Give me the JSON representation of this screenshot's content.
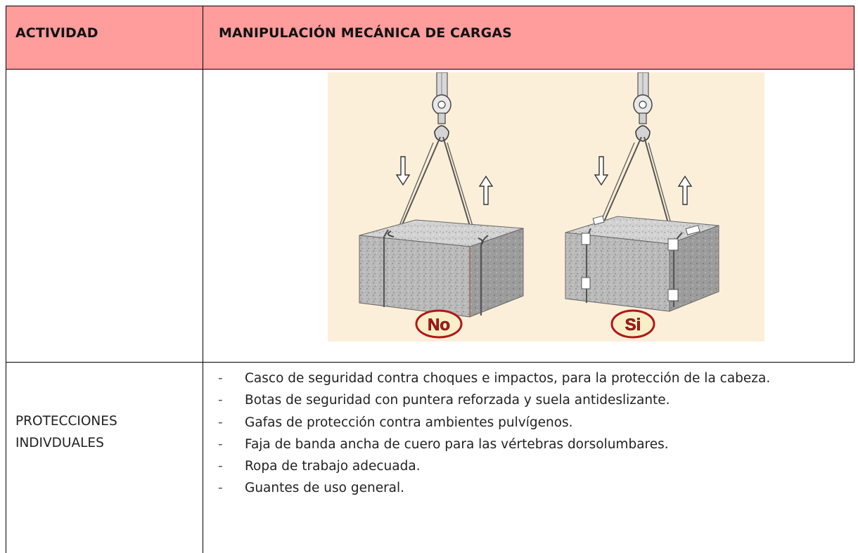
{
  "header": {
    "col1": "ACTIVIDAD",
    "col2": "MANIPULACIÓN MECÁNICA DE CARGAS"
  },
  "figure": {
    "label_no": "No",
    "label_si": "Si"
  },
  "protections": {
    "label": "PROTECCIONES INDIVDUALES",
    "label_line1": "PROTECCIONES",
    "label_line2": "INDIVDUALES",
    "items": [
      "Casco de seguridad contra choques e impactos, para la protección de la cabeza.",
      "Botas de seguridad con puntera reforzada y suela antideslizante.",
      "Gafas de protección contra ambientes pulvígenos.",
      "Faja de banda ancha de cuero para las vértebras dorsolumbares.",
      "Ropa de trabajo adecuada.",
      "Guantes de uso general."
    ],
    "bullet": "-"
  },
  "colors": {
    "header_bg": "#ff9c9c",
    "figure_bg": "#fcefd9",
    "label_red": "#b01818",
    "label_fill": "#f8eec8"
  }
}
